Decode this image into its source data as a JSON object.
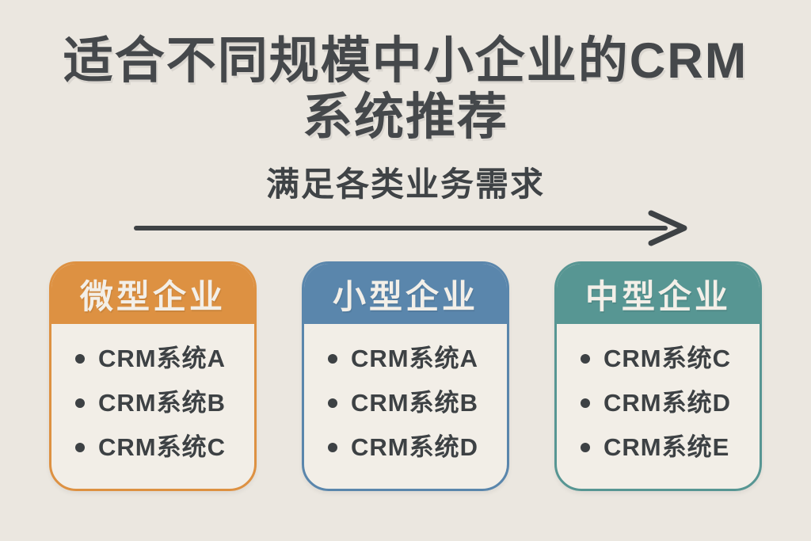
{
  "page": {
    "background_color": "#EBE7E0",
    "text_color": "#45484B"
  },
  "header": {
    "title_line1": "适合不同规模中小企业的CRM",
    "title_line2": "系统推荐",
    "subtitle": "满足各类业务需求"
  },
  "arrow": {
    "direction": "right",
    "color": "#3E4245"
  },
  "cards": [
    {
      "title": "微型企业",
      "accent_color": "#DD9142",
      "header_text_color": "#F3EFE8",
      "items": [
        "CRM系统A",
        "CRM系统B",
        "CRM系统C"
      ]
    },
    {
      "title": "小型企业",
      "accent_color": "#5A86AC",
      "header_text_color": "#F3EFE8",
      "items": [
        "CRM系统A",
        "CRM系统B",
        "CRM系统D"
      ]
    },
    {
      "title": "中型企业",
      "accent_color": "#579693",
      "header_text_color": "#F3EFE8",
      "items": [
        "CRM系统C",
        "CRM系统D",
        "CRM系统E"
      ]
    }
  ]
}
